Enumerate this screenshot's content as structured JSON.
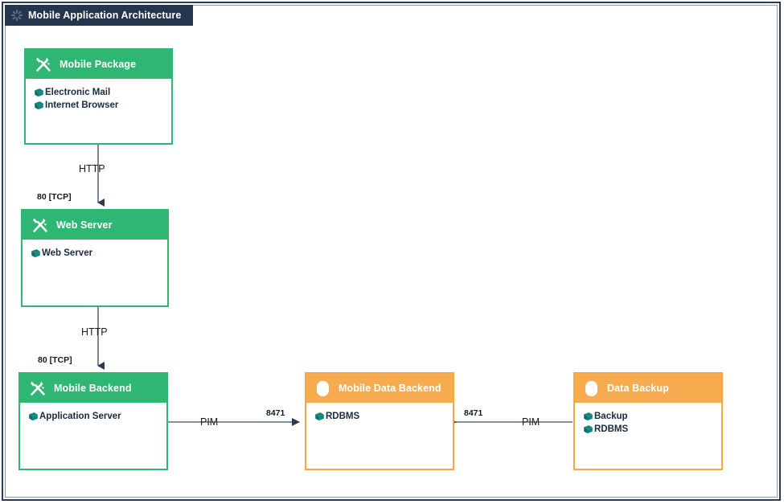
{
  "window": {
    "title": "Mobile Application Architecture",
    "title_icon": "gear-sprocket-icon",
    "title_bar_color": "#25354d",
    "border_color": "#2b3b54",
    "background": "#ffffff"
  },
  "palette": {
    "green": "#2fb673",
    "orange": "#f5ab4e",
    "orange_border": "#f4a746",
    "bullet_teal": "#11877f",
    "text_dark": "#1b2a3c"
  },
  "nodes": [
    {
      "id": "mobile-package",
      "title": "Mobile Package",
      "color": "green",
      "icon": "tools-icon",
      "components": [
        {
          "label": "Electronic Mail",
          "icon": "component-cube-icon"
        },
        {
          "label": "Internet Browser",
          "icon": "component-cube-icon"
        }
      ]
    },
    {
      "id": "web-server",
      "title": "Web Server",
      "color": "green",
      "icon": "tools-icon",
      "components": [
        {
          "label": "Web Server",
          "icon": "component-cube-icon"
        }
      ]
    },
    {
      "id": "mobile-backend",
      "title": "Mobile Backend",
      "color": "green",
      "icon": "tools-icon",
      "components": [
        {
          "label": "Application Server",
          "icon": "component-cube-icon"
        }
      ]
    },
    {
      "id": "mobile-data-backend",
      "title": "Mobile Data Backend",
      "color": "orange",
      "icon": "database-icon",
      "components": [
        {
          "label": "RDBMS",
          "icon": "component-cube-icon"
        }
      ]
    },
    {
      "id": "data-backup",
      "title": "Data Backup",
      "color": "orange",
      "icon": "database-icon",
      "components": [
        {
          "label": "Backup",
          "icon": "component-cube-icon"
        },
        {
          "label": "RDBMS",
          "icon": "component-cube-icon"
        }
      ]
    }
  ],
  "edges": [
    {
      "id": "mobile-package-to-web-server",
      "protocol": "HTTP",
      "port": "80 [TCP]",
      "direction": "down"
    },
    {
      "id": "web-server-to-mobile-backend",
      "protocol": "HTTP",
      "port": "80 [TCP]",
      "direction": "down"
    },
    {
      "id": "mobile-backend-to-mobile-data-backend",
      "protocol": "PIM",
      "port": "8471",
      "direction": "right"
    },
    {
      "id": "data-backup-to-mobile-data-backend",
      "protocol": "PIM",
      "port": "8471",
      "direction": "left"
    }
  ]
}
